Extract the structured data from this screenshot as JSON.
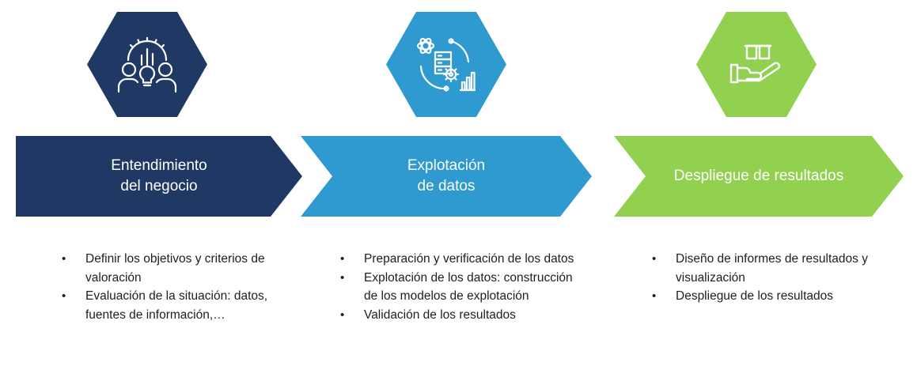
{
  "colors": {
    "navy": "#1f3864",
    "blue": "#2e9ad0",
    "green": "#92d050",
    "text": "#1e1e1e"
  },
  "stages": [
    {
      "icon": "team-idea-lightbulb-icon",
      "title": "Entendimiento\ndel negocio",
      "bullets": [
        "Definir los objetivos y criterios de valoración",
        "Evaluación de la situación: datos, fuentes de información,…"
      ]
    },
    {
      "icon": "data-processing-cycle-icon",
      "title": "Explotación\nde datos",
      "bullets": [
        "Preparación y verificación de los datos",
        "Explotación  de los datos: construcción de los modelos de explotación",
        "Validación de los resultados"
      ]
    },
    {
      "icon": "hand-delivering-results-icon",
      "title": "Despliegue de resultados",
      "bullets": [
        "Diseño de informes de resultados y visualización",
        "Despliegue de los resultados"
      ]
    }
  ]
}
